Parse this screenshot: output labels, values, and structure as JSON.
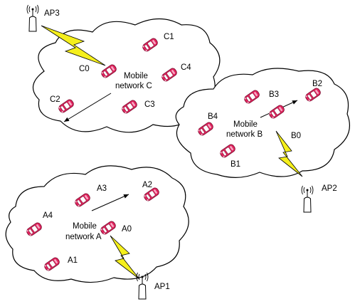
{
  "colors": {
    "cloud_stroke": "#000000",
    "car_body": "#e0245e",
    "car_highlight": "#f7a8c3",
    "car_window": "#ffffff",
    "lightning": "#f5ef1c",
    "lightning_stroke": "#000000"
  },
  "icons": {
    "vehicle": "car-icon",
    "access_point": "antenna-tower-icon",
    "wireless_link": "lightning-bolt-icon",
    "movement": "arrow-icon"
  },
  "networks": [
    {
      "id": "C",
      "label_line1": "Mobile",
      "label_line2": "network C",
      "cars": [
        "C0",
        "C1",
        "C2",
        "C3",
        "C4"
      ],
      "gateway_car": "C0",
      "access_point": "AP3",
      "movement_arrow": "toward C2"
    },
    {
      "id": "B",
      "label_line1": "Mobile",
      "label_line2": "network B",
      "cars": [
        "B0",
        "B1",
        "B2",
        "B3",
        "B4"
      ],
      "gateway_car": "B0",
      "access_point": "AP2",
      "movement_arrow": "toward B2"
    },
    {
      "id": "A",
      "label_line1": "Mobile",
      "label_line2": "network A",
      "cars": [
        "A0",
        "A1",
        "A2",
        "A3",
        "A4"
      ],
      "gateway_car": "A0",
      "access_point": "AP1",
      "movement_arrow": "toward A2"
    }
  ],
  "access_points": [
    "AP1",
    "AP2",
    "AP3"
  ]
}
